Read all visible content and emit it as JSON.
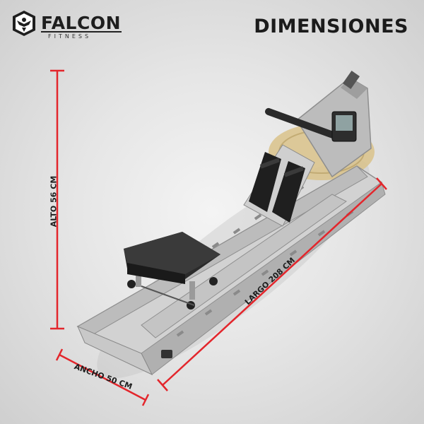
{
  "brand": {
    "name": "FALCON",
    "tagline": "FITNESS",
    "logo_icon": "falcon-shield-icon"
  },
  "title": "DIMENSIONES",
  "dimensions": {
    "height_label": "ALTO 56 CM",
    "length_label": "LARGO 208 CM",
    "width_label": "ANCHO 50 CM"
  },
  "colors": {
    "measure_line": "#e3262c",
    "text": "#1e1e1e",
    "rail": "#c9c9c9",
    "seat": "#2b2b2b",
    "wood": "#d9c28a"
  }
}
